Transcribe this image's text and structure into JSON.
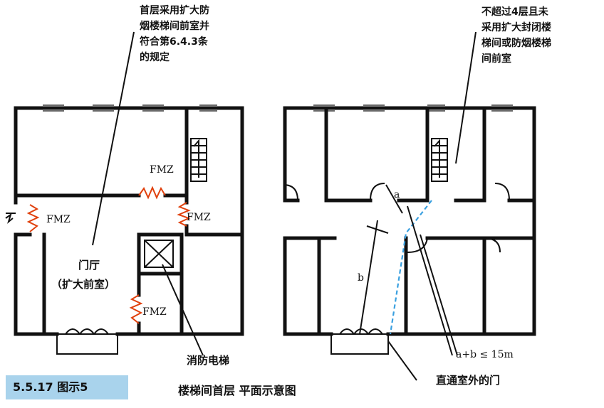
{
  "notes": {
    "left_top": "首层采用扩大防\n烟楼梯间前室并\n符合第6.4.3条\n的规定",
    "right_top": "不超过4层且未\n采用扩大封闭楼\n梯间或防烟楼梯\n间前室"
  },
  "labels": {
    "fm1": "FMZ",
    "fm2": "FMZ",
    "fm3": "FMZ",
    "fm4": "FMZ",
    "hall": "门厅",
    "hall_sub": "（扩大前室）",
    "fire_elevator": "消防电梯",
    "a": "a",
    "b": "b",
    "rule": "a+b ≤ 15m",
    "exit_door": "直通室外的门"
  },
  "badge": "5.5.17 图示5",
  "caption": "楼梯间首层  平面示意图",
  "colors": {
    "door": "#e0400c",
    "dimension": "#3aa0e0",
    "badge": "#a9d3ec"
  }
}
